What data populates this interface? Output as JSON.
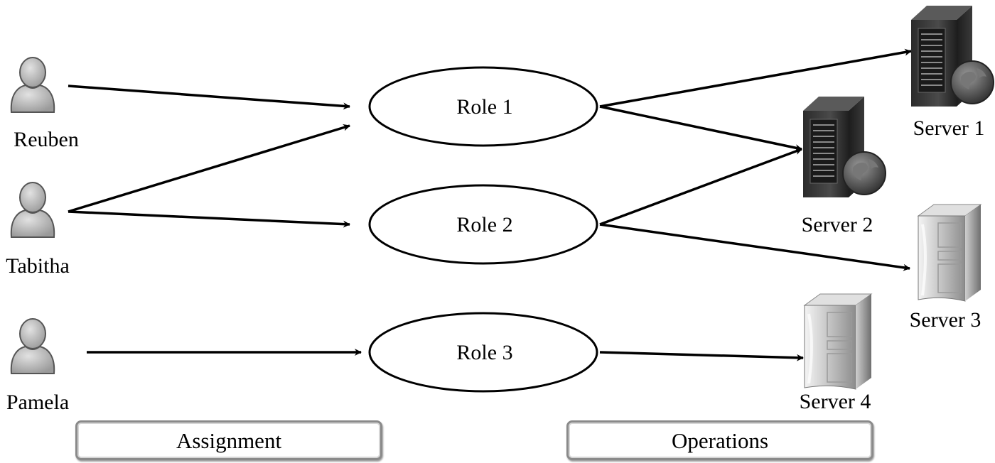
{
  "users": [
    {
      "id": "reuben",
      "label": "Reuben"
    },
    {
      "id": "tabitha",
      "label": "Tabitha"
    },
    {
      "id": "pamela",
      "label": "Pamela"
    }
  ],
  "roles": [
    {
      "id": "role1",
      "label": "Role 1"
    },
    {
      "id": "role2",
      "label": "Role 2"
    },
    {
      "id": "role3",
      "label": "Role 3"
    }
  ],
  "servers": [
    {
      "id": "server1",
      "label": "Server 1",
      "icon": "web-server-icon"
    },
    {
      "id": "server2",
      "label": "Server 2",
      "icon": "web-server-icon"
    },
    {
      "id": "server3",
      "label": "Server 3",
      "icon": "tower-server-icon"
    },
    {
      "id": "server4",
      "label": "Server 4",
      "icon": "tower-server-icon"
    }
  ],
  "assignments": [
    {
      "from": "reuben",
      "to": "role1"
    },
    {
      "from": "tabitha",
      "to": "role1"
    },
    {
      "from": "tabitha",
      "to": "role2"
    },
    {
      "from": "pamela",
      "to": "role3"
    }
  ],
  "operations": [
    {
      "from": "role1",
      "to": "server1"
    },
    {
      "from": "role1",
      "to": "server2"
    },
    {
      "from": "role2",
      "to": "server2"
    },
    {
      "from": "role2",
      "to": "server3"
    },
    {
      "from": "role3",
      "to": "server4"
    }
  ],
  "sections": {
    "assignment": "Assignment",
    "operations": "Operations"
  }
}
